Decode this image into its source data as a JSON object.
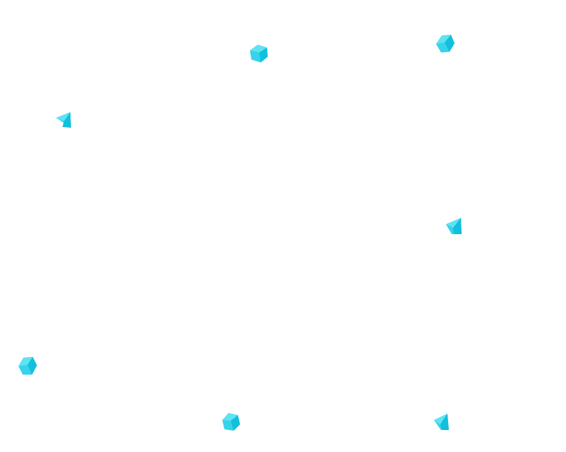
{
  "scene": {
    "background": "#ffffff",
    "palette": {
      "light": "#5ee3f3",
      "mid": "#36d3ea",
      "dark": "#12bfdc"
    },
    "objects": [
      {
        "name": "hexagon-gem-1",
        "kind": "hexagon-gem-icon"
      },
      {
        "name": "hexagon-gem-2",
        "kind": "hexagon-gem-icon"
      },
      {
        "name": "triangle-shard-1",
        "kind": "triangle-shard-icon"
      },
      {
        "name": "triangle-shard-2",
        "kind": "triangle-shard-icon"
      },
      {
        "name": "hexagon-gem-3",
        "kind": "hexagon-gem-icon"
      },
      {
        "name": "hexagon-gem-4",
        "kind": "hexagon-gem-icon"
      },
      {
        "name": "triangle-shard-3",
        "kind": "triangle-shard-icon"
      }
    ]
  }
}
